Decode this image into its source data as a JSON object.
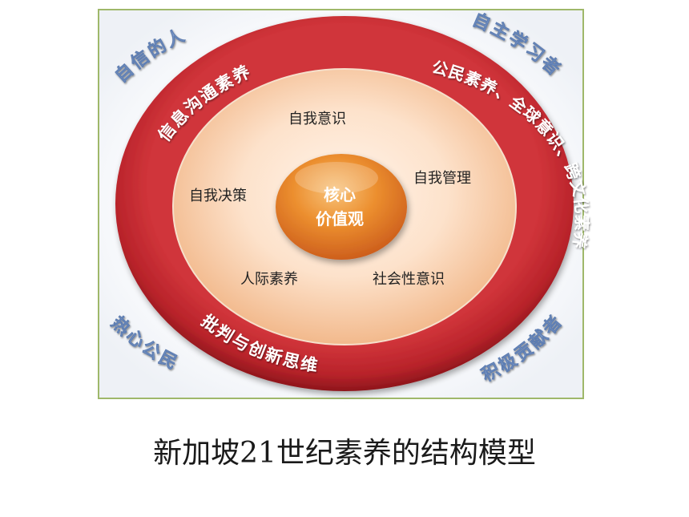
{
  "diagram": {
    "core": {
      "line1": "核心",
      "line2": "价值观"
    },
    "inner_items": [
      "自我意识",
      "自我管理",
      "自我决策",
      "人际素养",
      "社会性意识"
    ],
    "red_ring": {
      "top_left": "信息沟通素养",
      "right": "公民素养、全球意识、跨文化素养",
      "bottom": "批判与创新思维"
    },
    "outer_corners": {
      "top_left": "自信的人",
      "top_right": "自主学习者",
      "bottom_left": "热心公民",
      "bottom_right": "积极贡献者"
    },
    "colors": {
      "frame_border": "#9fb86a",
      "red_ring": "#b8232a",
      "inner_disk": "#f9d2b0",
      "core": "#e8862a",
      "corner_text": "#7f9ccb"
    }
  },
  "caption": "新加坡21世纪素养的结构模型"
}
